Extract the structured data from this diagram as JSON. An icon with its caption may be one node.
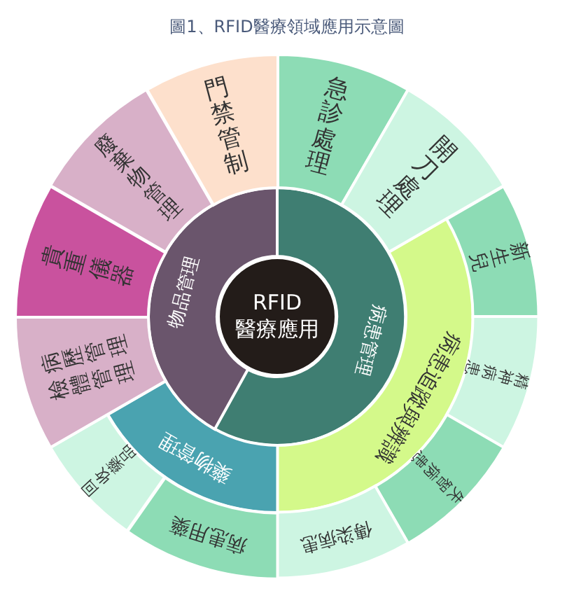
{
  "diagram": {
    "title": "圖1、RFID醫療領域應用示意圖",
    "nodes": [
      {
        "text": [
          "RFID 醫療應用"
        ]
      },
      {
        "text": [
          "病患管理"
        ]
      },
      {
        "text": [
          "病患追蹤與辨識"
        ]
      },
      {
        "text": [
          "急診處理"
        ]
      },
      {
        "text": [
          "開刀處理"
        ]
      },
      {
        "text": [
          "新生兒"
        ]
      },
      {
        "text": [
          "精神病患"
        ]
      },
      {
        "text": [
          "失智病患"
        ]
      },
      {
        "text": [
          "傳染病患"
        ]
      },
      {
        "text": [
          "藥物管理"
        ]
      },
      {
        "text": [
          "病患用藥"
        ]
      },
      {
        "text": [
          "回收藥品"
        ]
      },
      {
        "text": [
          "物品管理"
        ]
      },
      {
        "text": [
          "病歷管理",
          "檢體管理"
        ]
      },
      {
        "text": [
          "貴重儀器"
        ]
      },
      {
        "text": [
          "廢棄物管理"
        ]
      },
      {
        "text": [
          "門禁管制"
        ]
      }
    ]
  }
}
